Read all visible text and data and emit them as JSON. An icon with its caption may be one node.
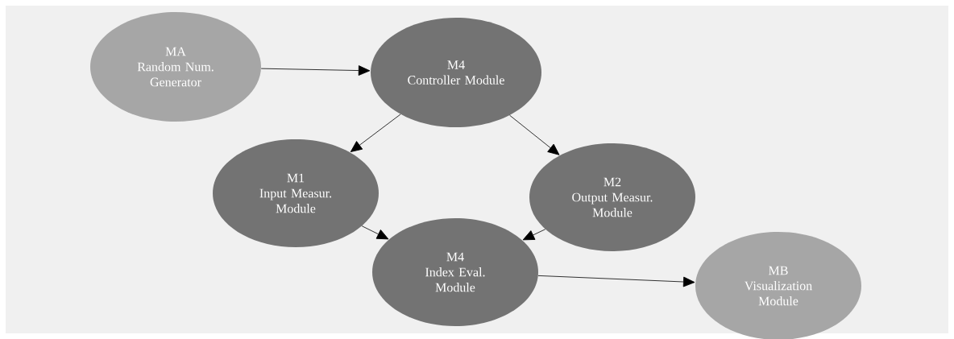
{
  "diagram": {
    "nodes": [
      {
        "text": [
          "MA",
          "Random Num. Generator"
        ]
      },
      {
        "text": [
          "M4",
          "Controller Module"
        ]
      },
      {
        "text": [
          "M1",
          "Input Measur. Module"
        ]
      },
      {
        "text": [
          "M2",
          "Output Measur. Module"
        ]
      },
      {
        "text": [
          "M4",
          "Index Eval. Module"
        ]
      },
      {
        "text": [
          "MB",
          "Visualization Module"
        ]
      }
    ],
    "edges": [
      {
        "from": 0,
        "to": 1,
        "arrow": "to"
      },
      {
        "from": 1,
        "to": 2,
        "arrow": "to"
      },
      {
        "from": 1,
        "to": 3,
        "arrow": "to"
      },
      {
        "from": 2,
        "to": 4,
        "arrow": "to"
      },
      {
        "from": 3,
        "to": 4,
        "arrow": "to"
      },
      {
        "from": 4,
        "to": 5,
        "arrow": "to"
      }
    ]
  }
}
